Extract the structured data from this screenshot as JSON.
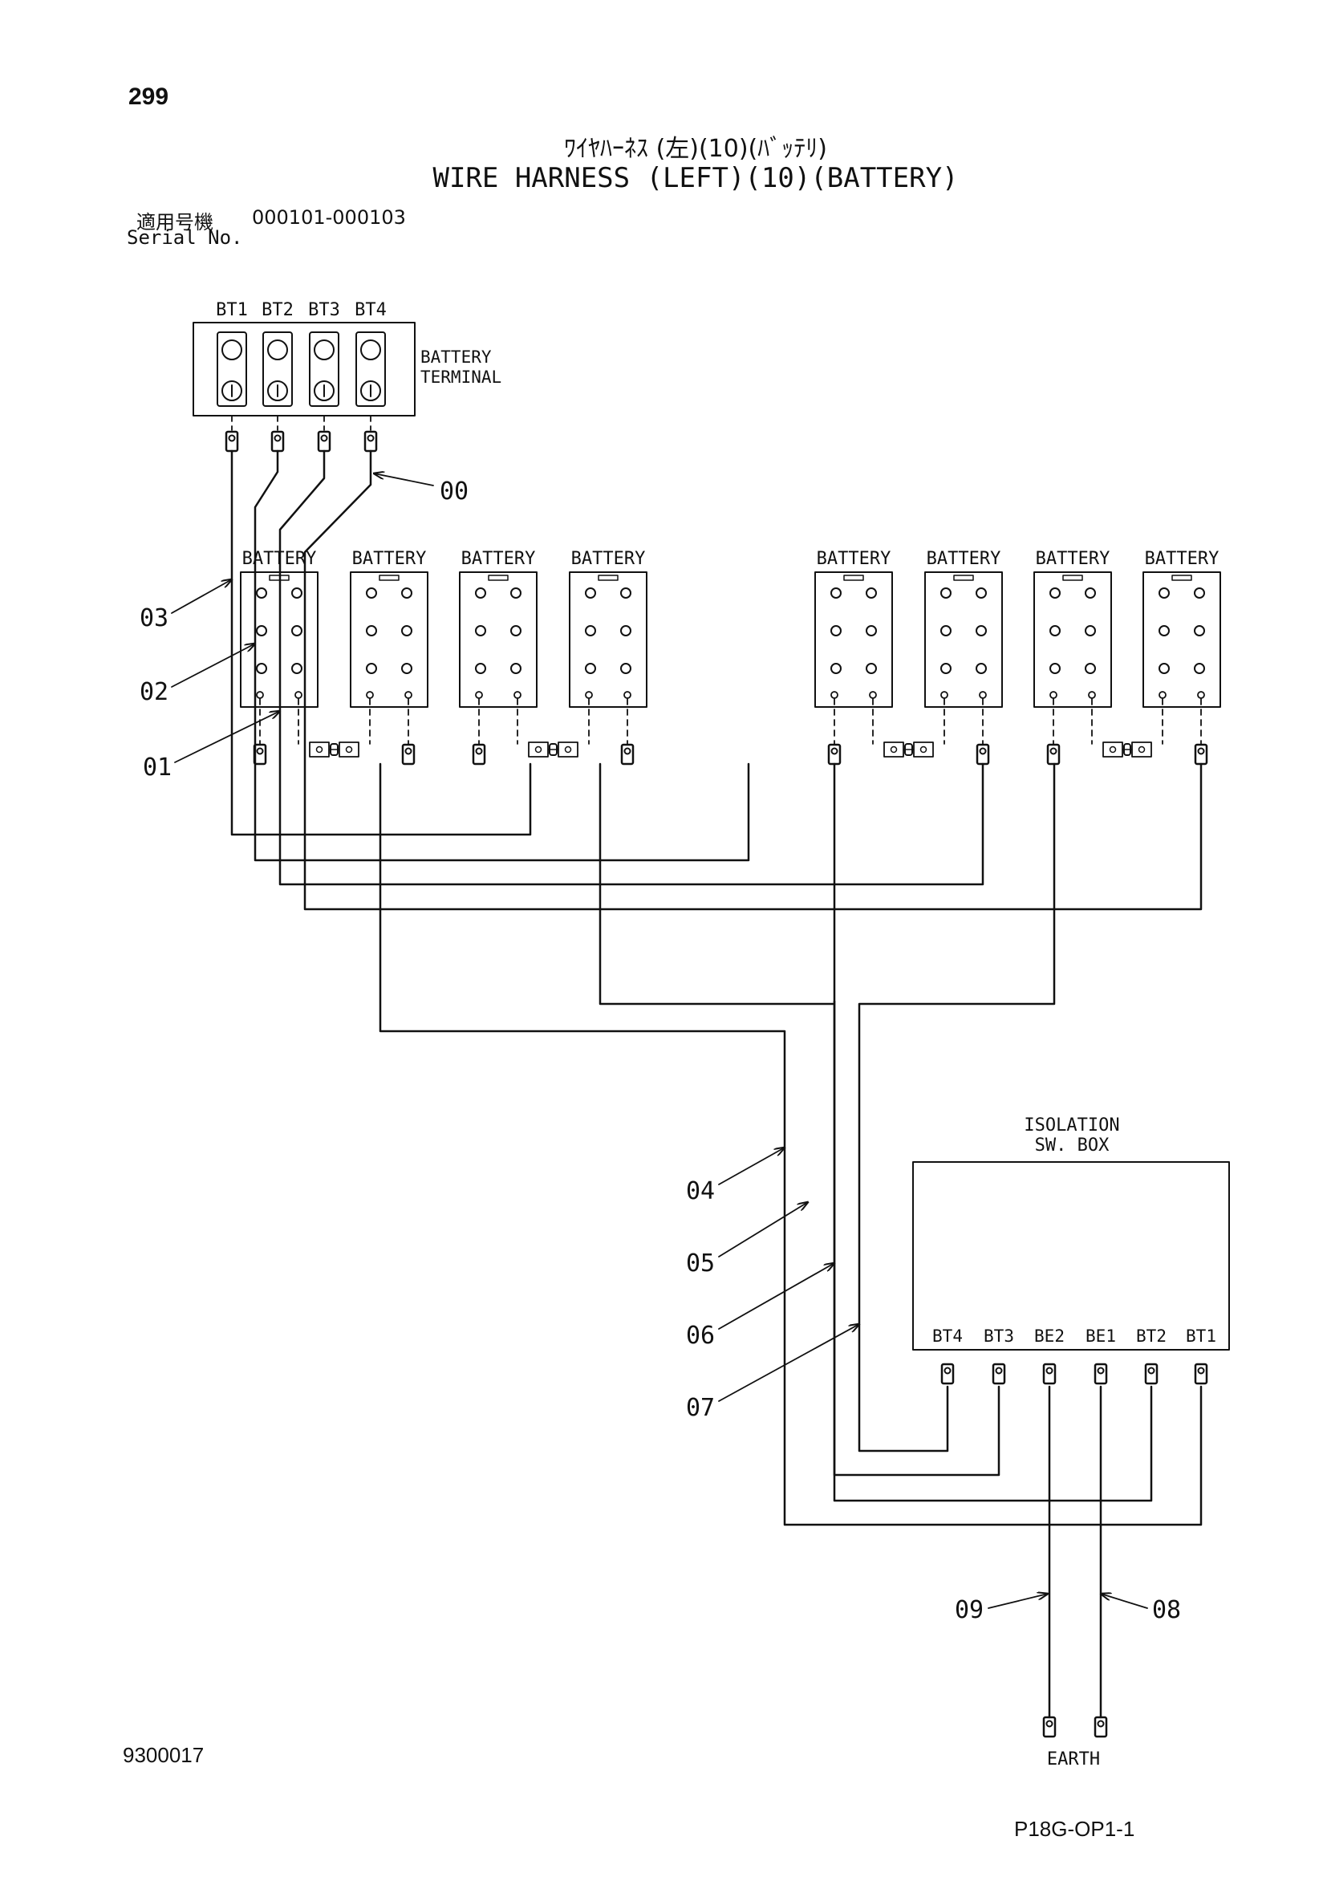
{
  "page": {
    "page_number": "299",
    "title_jp": "ﾜｲﾔﾊｰﾈｽ (左)(10)(ﾊﾞｯﾃﾘ)",
    "title_en": "WIRE HARNESS (LEFT)(10)(BATTERY)",
    "serial_label_jp": "適用号機",
    "serial_range": "000101-000103",
    "serial_label_en": "Serial No.",
    "doc_code": "9300017",
    "drawing_code": "P18G-OP1-1"
  },
  "diagram": {
    "terminal_box": {
      "label": "BATTERY\nTERMINAL",
      "terminals": [
        "BT1",
        "BT2",
        "BT3",
        "BT4"
      ]
    },
    "battery_label": "BATTERY",
    "battery_count": 8,
    "isolation_box": {
      "label": "ISOLATION\nSW. BOX",
      "terminals": [
        "BT4",
        "BT3",
        "BE2",
        "BE1",
        "BT2",
        "BT1"
      ]
    },
    "earth_label": "EARTH",
    "part_callouts": [
      "00",
      "01",
      "02",
      "03",
      "04",
      "05",
      "06",
      "07",
      "08",
      "09"
    ]
  }
}
